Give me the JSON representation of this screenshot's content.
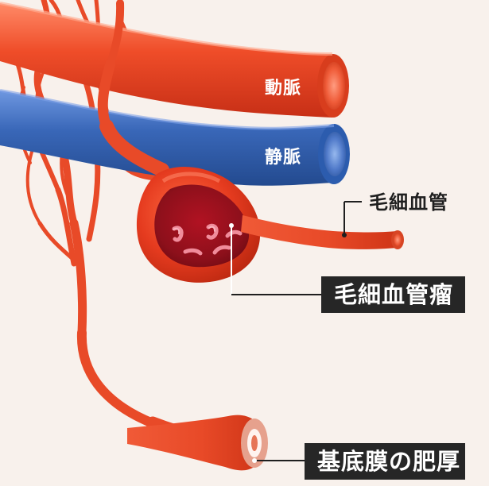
{
  "labels": {
    "artery": "動脈",
    "vein": "静脈",
    "capillary": "毛細血管",
    "microaneurysm": "毛細血管瘤",
    "basement_membrane_thickening": "基底膜の肥厚"
  },
  "colors": {
    "background": "#f8f1ec",
    "artery": "#ef4d29",
    "artery_shadow": "#c72f16",
    "artery_highlight": "#ff8a67",
    "vein": "#3967b8",
    "vein_shadow": "#234a8f",
    "vein_highlight": "#6e97e0",
    "aneurysm_outer": "#e53b1f",
    "aneurysm_inner": "#8d101b",
    "blood_cells": "#f08c9b",
    "callout_box": "#262626",
    "callout_line": "#1f1f1f"
  }
}
